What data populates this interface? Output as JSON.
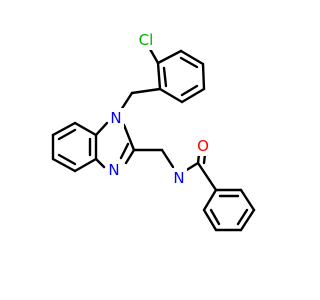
{
  "molecule": {
    "atoms": {
      "chlorine": "Cl",
      "imidazole_n1": "N",
      "imidazole_n3": "N",
      "amide_n": "N",
      "carbonyl_o": "O"
    },
    "colors": {
      "bond": "#000000",
      "chlorine": "#00b400",
      "nitrogen": "#0000ff",
      "oxygen": "#ff0000"
    }
  }
}
